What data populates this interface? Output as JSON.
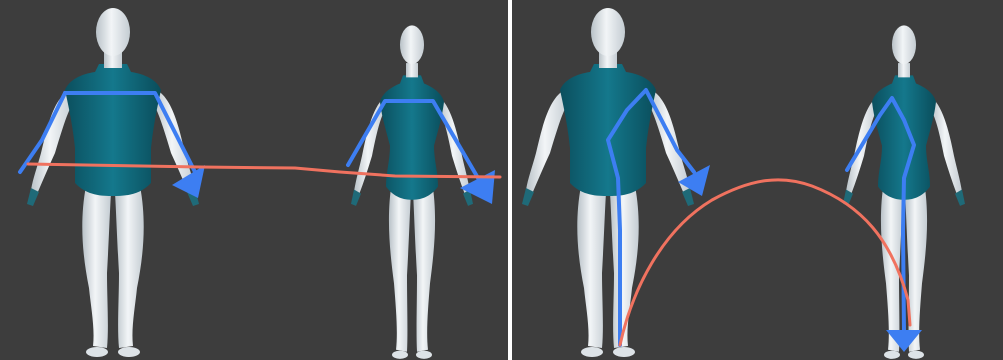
{
  "panels": [
    {
      "id": "left",
      "label": ""
    },
    {
      "id": "right",
      "label": ""
    }
  ],
  "colors": {
    "background": "#3d3d3d",
    "skin": "#e8ecef",
    "shirt": "#0f6577",
    "path_blue": "#3d7ef2",
    "path_red": "#f0725f"
  },
  "figures": [
    "male-mannequin",
    "female-mannequin"
  ]
}
